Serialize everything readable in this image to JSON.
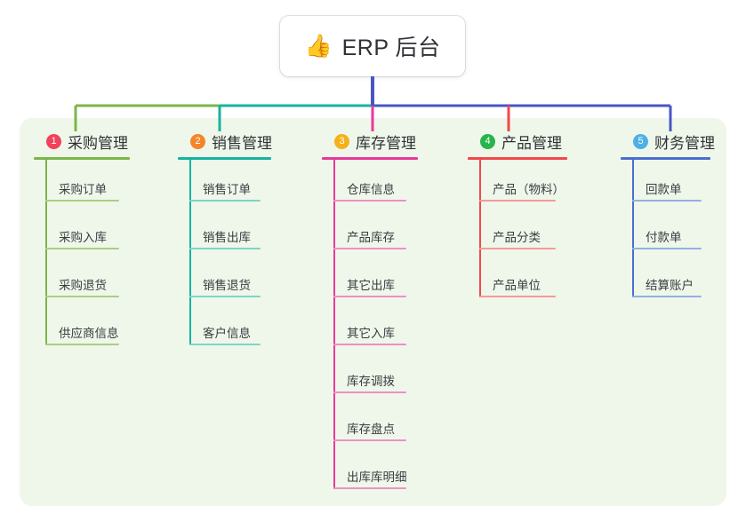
{
  "root": {
    "icon": "thumbs-up-icon",
    "emoji": "👍",
    "title": "ERP 后台"
  },
  "theme": {
    "page_background": "#ffffff",
    "panel_background": "#eff7ea",
    "card_background": "#ffffff",
    "text_color": "#2f3237",
    "stem_color": "#4a55c4"
  },
  "columns": [
    {
      "number": "1",
      "title": "采购管理",
      "badge_color": "#f2415a",
      "line_color": "#7ab648",
      "rule_color": "#a8cf84",
      "connector_color": "#7ab648",
      "items": [
        {
          "label": "采购订单"
        },
        {
          "label": "采购入库"
        },
        {
          "label": "采购退货"
        },
        {
          "label": "供应商信息"
        }
      ]
    },
    {
      "number": "2",
      "title": "销售管理",
      "badge_color": "#f5842a",
      "line_color": "#16b3a0",
      "rule_color": "#7fd3c8",
      "connector_color": "#16b3a0",
      "items": [
        {
          "label": "销售订单"
        },
        {
          "label": "销售出库"
        },
        {
          "label": "销售退货"
        },
        {
          "label": "客户信息"
        }
      ]
    },
    {
      "number": "3",
      "title": "库存管理",
      "badge_color": "#f5b119",
      "line_color": "#e8399b",
      "rule_color": "#ef8fc3",
      "connector_color": "#e8399b",
      "items": [
        {
          "label": "仓库信息"
        },
        {
          "label": "产品库存"
        },
        {
          "label": "其它出库"
        },
        {
          "label": "其它入库"
        },
        {
          "label": "库存调拨"
        },
        {
          "label": "库存盘点"
        },
        {
          "label": "出库库明细"
        }
      ]
    },
    {
      "number": "4",
      "title": "产品管理",
      "badge_color": "#28b44c",
      "line_color": "#f2484a",
      "rule_color": "#f49a99",
      "connector_color": "#f2484a",
      "items": [
        {
          "label": "产品（物料）"
        },
        {
          "label": "产品分类"
        },
        {
          "label": "产品单位"
        }
      ]
    },
    {
      "number": "5",
      "title": "财务管理",
      "badge_color": "#4fb0e5",
      "line_color": "#4a6fd0",
      "rule_color": "#93b0e4",
      "connector_color": "#4a55c4",
      "items": [
        {
          "label": "回款单"
        },
        {
          "label": "付款单"
        },
        {
          "label": "结算账户"
        }
      ]
    }
  ]
}
